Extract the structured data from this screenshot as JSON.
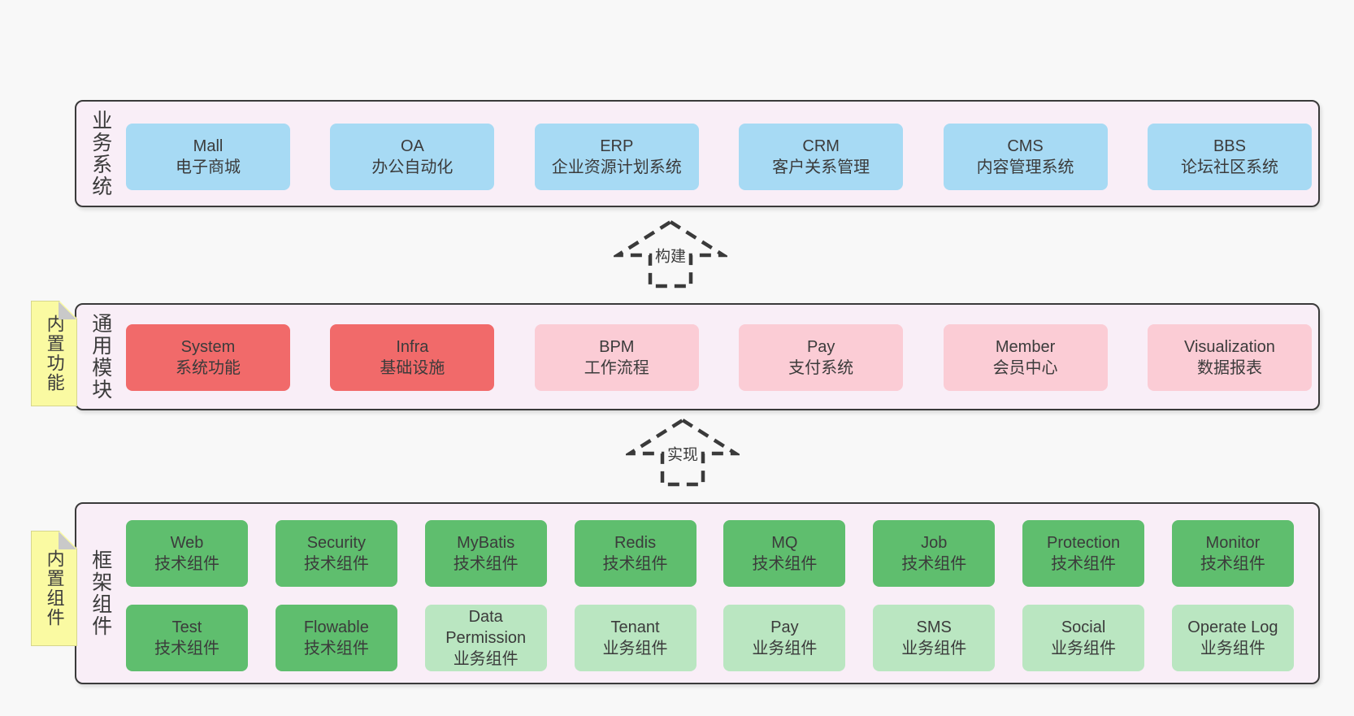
{
  "colors": {
    "page_bg": "#f8f8f8",
    "band_bg": "#f9eef7",
    "band_border": "#3a3a3a",
    "blue_box": "#a7daf4",
    "red_box": "#f16a6a",
    "pink_box": "#fbccd5",
    "green_box": "#5fbe6e",
    "green_light_box": "#bae6c1",
    "note_yellow": "#fafaa2",
    "note_fold_gray": "#c9c9c9",
    "text": "#3b3b3b"
  },
  "band1": {
    "label": "业务系统",
    "items": [
      {
        "en": "Mall",
        "zh": "电子商城"
      },
      {
        "en": "OA",
        "zh": "办公自动化"
      },
      {
        "en": "ERP",
        "zh": "企业资源计划系统"
      },
      {
        "en": "CRM",
        "zh": "客户关系管理"
      },
      {
        "en": "CMS",
        "zh": "内容管理系统"
      },
      {
        "en": "BBS",
        "zh": "论坛社区系统"
      }
    ]
  },
  "arrow1": {
    "label": "构建"
  },
  "band2": {
    "label": "通用模块",
    "note": "内置功能",
    "items": [
      {
        "en": "System",
        "zh": "系统功能"
      },
      {
        "en": "Infra",
        "zh": "基础设施"
      },
      {
        "en": "BPM",
        "zh": "工作流程"
      },
      {
        "en": "Pay",
        "zh": "支付系统"
      },
      {
        "en": "Member",
        "zh": "会员中心"
      },
      {
        "en": "Visualization",
        "zh": "数据报表"
      }
    ]
  },
  "arrow2": {
    "label": "实现"
  },
  "band3": {
    "label": "框架组件",
    "note": "内置组件",
    "row1": [
      {
        "en": "Web",
        "zh": "技术组件"
      },
      {
        "en": "Security",
        "zh": "技术组件"
      },
      {
        "en": "MyBatis",
        "zh": "技术组件"
      },
      {
        "en": "Redis",
        "zh": "技术组件"
      },
      {
        "en": "MQ",
        "zh": "技术组件"
      },
      {
        "en": "Job",
        "zh": "技术组件"
      },
      {
        "en": "Protection",
        "zh": "技术组件"
      },
      {
        "en": "Monitor",
        "zh": "技术组件"
      }
    ],
    "row2": [
      {
        "en": "Test",
        "zh": "技术组件"
      },
      {
        "en": "Flowable",
        "zh": "技术组件"
      },
      {
        "en": "Data Permission",
        "zh": "业务组件"
      },
      {
        "en": "Tenant",
        "zh": "业务组件"
      },
      {
        "en": "Pay",
        "zh": "业务组件"
      },
      {
        "en": "SMS",
        "zh": "业务组件"
      },
      {
        "en": "Social",
        "zh": "业务组件"
      },
      {
        "en": "Operate Log",
        "zh": "业务组件"
      }
    ]
  }
}
